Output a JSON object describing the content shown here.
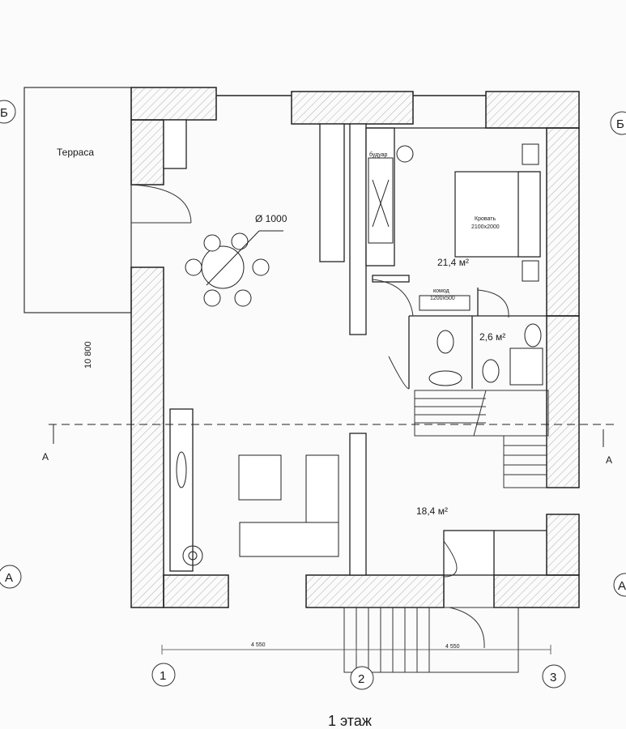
{
  "plan": {
    "title": "1 этаж",
    "terrace": "Терраса",
    "boudoir": "будуар",
    "bed": "Кровать",
    "bed_size": "2100x2000",
    "dresser": "комод",
    "dresser_size": "1200x500",
    "table_diameter": "Ø 1000",
    "area_bedroom": "21,4 м²",
    "area_bath": "2,6 м²",
    "area_hall": "18,4 м²",
    "overall_dim": "10 800",
    "dim_left": "4 550",
    "dim_right": "4 550",
    "section_left": "A",
    "section_right": "A",
    "axis_b_left": "Б",
    "axis_b_right": "Б",
    "axis_a_left": "А",
    "axis_a_right": "А",
    "axis_1": "1",
    "axis_2": "2",
    "axis_3": "3"
  }
}
